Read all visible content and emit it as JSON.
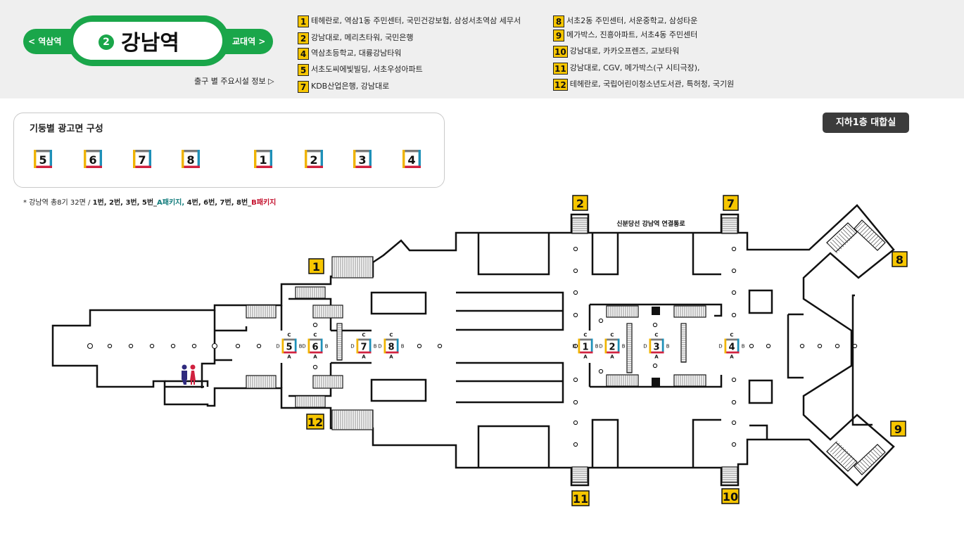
{
  "header": {
    "prev_station": "< 역삼역",
    "next_station": "교대역 >",
    "line_number": "2",
    "station_name": "강남역",
    "exit_guide_label": "출구 별 주요시설 정보 ▷"
  },
  "exits": [
    {
      "num": "1",
      "text": "테헤란로, 역삼1동 주민센터, 국민건강보험, 삼성서초역삼 세무서"
    },
    {
      "num": "2",
      "text": "강남대로, 메리츠타워, 국민은행"
    },
    {
      "num": "4",
      "text": "역삼초등학교, 대륭강남타워"
    },
    {
      "num": "5",
      "text": "서초도씨에빛빌딩, 서초우성아파트"
    },
    {
      "num": "7",
      "text": "KDB산업은행, 강남대로"
    },
    {
      "num": "8",
      "text": "서초2동 주민센터, 서운중학교, 삼성타운"
    },
    {
      "num": "9",
      "text": "메가박스, 진흥아파트, 서초4동 주민센터"
    },
    {
      "num": "10",
      "text": "강남대로, 카카오프렌즈, 교보타워"
    },
    {
      "num": "11",
      "text": "강남대로, CGV, 메가박스(구 시티극장),"
    },
    {
      "num": "12",
      "text": "테헤란로, 국립어린이청소년도서관, 특허청, 국기원"
    }
  ],
  "legend": {
    "title": "기둥별 광고면 구성",
    "side_labels": {
      "top": "C",
      "bottom": "A",
      "left": "D",
      "right": "B"
    },
    "pillars": [
      "5",
      "6",
      "7",
      "8",
      "1",
      "2",
      "3",
      "4"
    ]
  },
  "floor_badge": "지하1층 대합실",
  "note": {
    "prefix": "* 강남역 총8기 32면 / ",
    "a_numbers": "1번, 2번, 3번, 5번_",
    "a_label": "A패키지,",
    "b_numbers": "  4번, 6번, 7번, 8번_",
    "b_label": "B패키지"
  },
  "map": {
    "connection_label": "신분당선 강남역 연결통로",
    "map_exits": [
      "1",
      "2",
      "7",
      "8",
      "9",
      "10",
      "11",
      "12"
    ],
    "map_pillars": [
      "5",
      "6",
      "7",
      "8",
      "1",
      "2",
      "3",
      "4"
    ],
    "side_a": "A",
    "side_b": "B",
    "side_c": "C",
    "side_d": "D",
    "bd_label": "BD"
  },
  "colors": {
    "line_green": "#1aa64a",
    "exit_yellow": "#f7c600",
    "pillar_top": "#7a7a7a",
    "pillar_right": "#1e90b8",
    "pillar_bottom": "#d0213f",
    "pillar_left": "#f0b400",
    "package_a": "#127c7c",
    "package_b": "#c4122e"
  }
}
